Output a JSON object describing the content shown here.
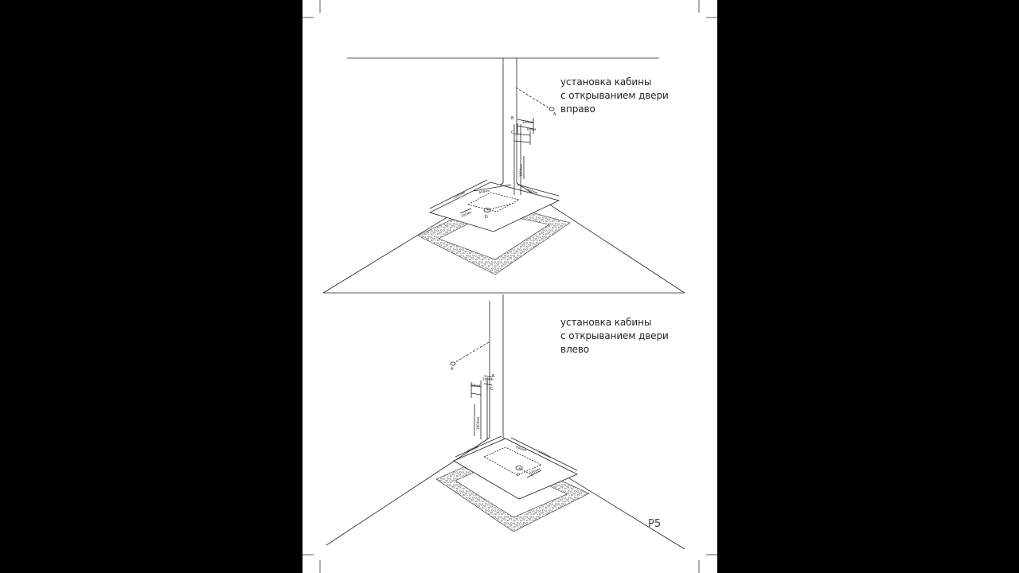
{
  "document": {
    "page_number": "P5",
    "top_diagram": {
      "caption_lines": [
        "установка кабины",
        "с открыванием двери",
        "вправо"
      ],
      "labels": {
        "a": "A",
        "b": "B",
        "c": "C",
        "d": "D",
        "dim_200": "200мм",
        "dim_60": "60мм",
        "dim_1800": "1800мм",
        "dim_1300": "1300мм",
        "dim_600": "600мм",
        "dim_300": "300мм",
        "dim_800": "800мм"
      }
    },
    "bottom_diagram": {
      "caption_lines": [
        "установка кабины",
        "с открыванием двери",
        "влево"
      ],
      "labels": {
        "a": "A",
        "b": "B",
        "c": "C",
        "d": "D",
        "dim_200": "200мм",
        "dim_60": "60мм",
        "dim_1800": "1800мм",
        "dim_1300": "1300мм",
        "dim_600": "600мм",
        "dim_300": "300мм",
        "dim_800": "800мм"
      }
    }
  }
}
